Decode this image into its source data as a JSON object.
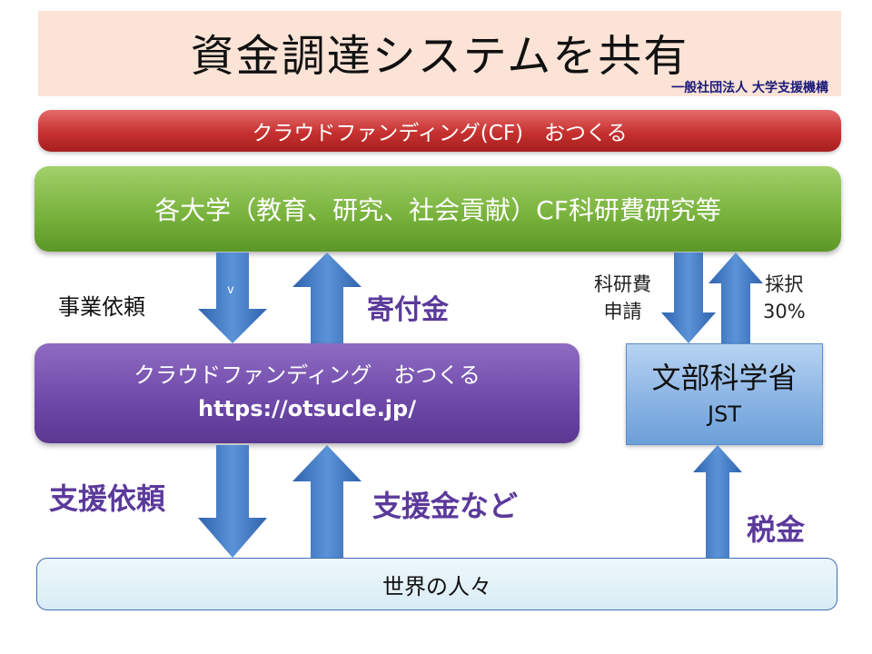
{
  "header": {
    "title": "資金調達システムを共有",
    "org": "一般社団法人 大学支援機構"
  },
  "bands": {
    "red": "クラウドファンディング(CF)　おつくる",
    "green": "各大学（教育、研究、社会貢献）CF科研費研究等",
    "purple_line1": "クラウドファンディング　おつくる",
    "purple_line2": "https://otsucle.jp/",
    "ministry_line1": "文部科学省",
    "ministry_line2": "JST",
    "bottom": "世界の人々"
  },
  "labels": {
    "business_request": "事業依頼",
    "v_mark": "v",
    "donation": "寄付金",
    "kakenhi_line1": "科研費",
    "kakenhi_line2": "申請",
    "adoption_line1": "採択",
    "adoption_line2": "30%",
    "support_request": "支援依頼",
    "support_money": "支援金など",
    "tax": "税金"
  },
  "colors": {
    "arrow_blue": "#3c74c2",
    "arrow_blue_light": "#5b93d8",
    "label_purple": "#5b3a9b"
  }
}
